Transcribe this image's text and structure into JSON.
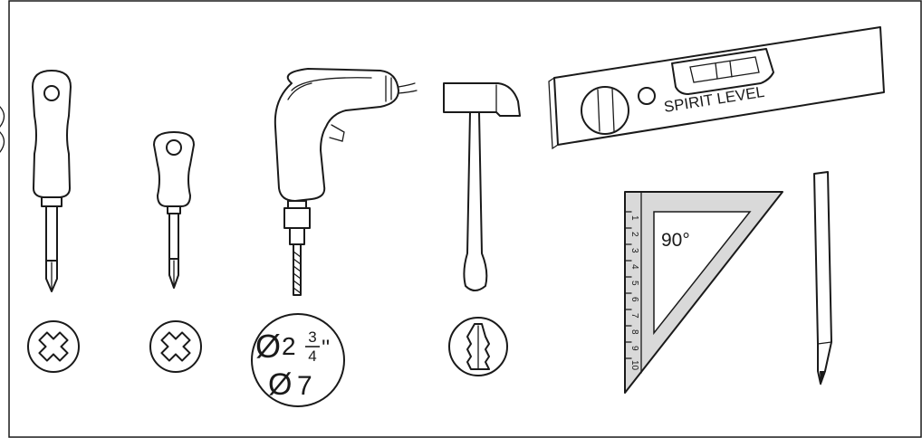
{
  "level": {
    "label": "SPIRIT LEVEL"
  },
  "square": {
    "angle_label": "90°",
    "scale": [
      "1",
      "2",
      "3",
      "4",
      "5",
      "6",
      "7",
      "8",
      "9",
      "10"
    ]
  },
  "drill_bits": {
    "imperial_symbol": "Ø",
    "imperial_whole": "2",
    "imperial_numerator": "3",
    "imperial_denominator": "4",
    "imperial_unit": "''",
    "metric_symbol": "Ø",
    "metric_value": "7"
  },
  "icons": {
    "screwdriver_large_bit": "phillips-screw-icon",
    "screwdriver_small_bit": "phillips-screw-icon",
    "hammer_fixing": "wall-plug-icon"
  }
}
